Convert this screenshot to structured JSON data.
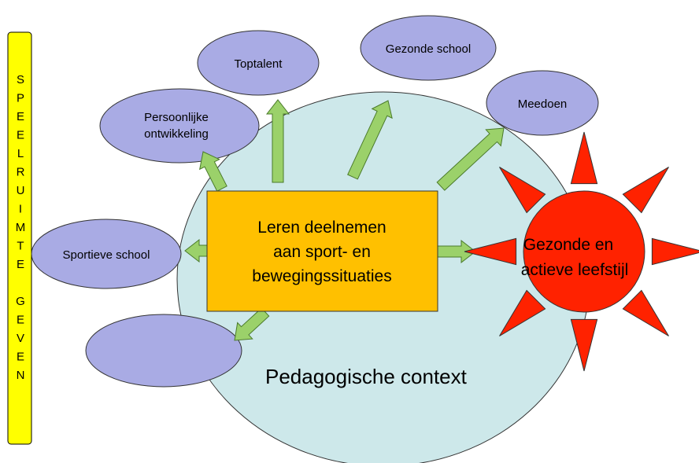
{
  "sidebar": {
    "letters": [
      "S",
      "P",
      "E",
      "E",
      "L",
      "R",
      "U",
      "I",
      "M",
      "T",
      "E",
      "",
      "G",
      "E",
      "V",
      "E",
      "N"
    ]
  },
  "context_label": "Pedagogische context",
  "center_box": {
    "lines": [
      "Leren deelnemen",
      "aan sport- en",
      "bewegingssituaties"
    ]
  },
  "ellipses": {
    "toptalent": "Toptalent",
    "gezonde_school": "Gezonde school",
    "meedoen": "Meedoen",
    "persoonlijke": [
      "Persoonlijke",
      "ontwikkeling"
    ],
    "sportieve_school": "Sportieve school",
    "empty": ""
  },
  "sun": {
    "lines": [
      "Gezonde en",
      "actieve leefstijl"
    ]
  },
  "colors": {
    "sidebar_fill": "#ffff00",
    "context_fill": "#cde8ea",
    "box_fill": "#ffc000",
    "ellipse_fill": "#a9abe4",
    "arrow_fill": "#9bd16a",
    "sun_fill": "#ff2200"
  }
}
